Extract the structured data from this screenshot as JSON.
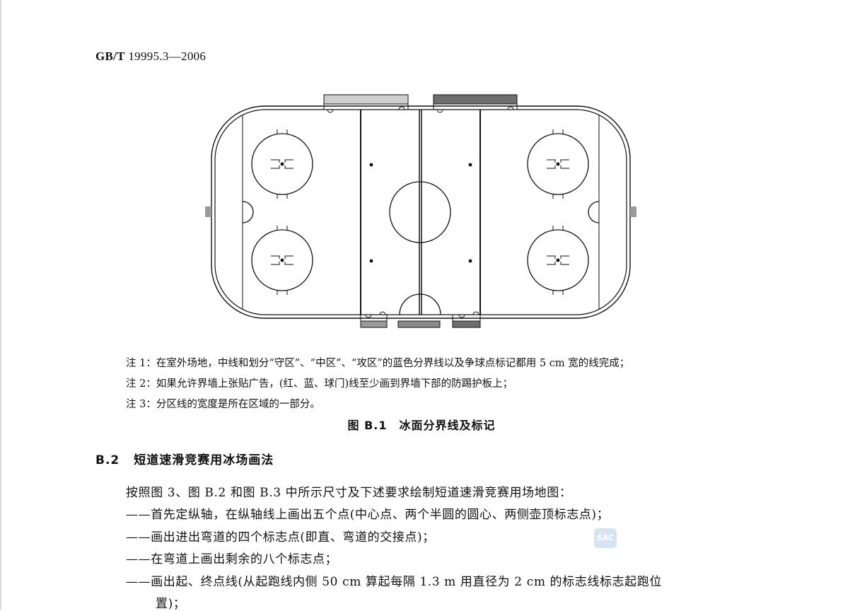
{
  "header": {
    "code_prefix": "GB/T",
    "code_rest": " 19995.3—2006"
  },
  "notes": [
    "注 1：在室外场地，中线和划分“守区”、“中区”、“攻区”的蓝色分界线以及争球点标记都用 5 cm 宽的线完成；",
    "注 2：如果允许界墙上张贴广告，(红、蓝、球门)线至少画到界墙下部的防踢护板上；",
    "注 3：分区线的宽度是所在区域的一部分。"
  ],
  "figure_caption": "图 B.1　冰面分界线及标记",
  "section": {
    "number": "B.2",
    "title": "短道速滑竞赛用冰场画法"
  },
  "paragraphs": [
    "按照图 3、图 B.2 和图 B.3 中所示尺寸及下述要求绘制短道速滑竞赛用场地图：",
    "——首先定纵轴，在纵轴线上画出五个点(中心点、两个半圆的圆心、两侧壶顶标志点)；",
    "——画出进出弯道的四个标志点(即直、弯道的交接点)；",
    "——在弯道上画出剩余的八个标志点；",
    "——画出起、终点线(从起跑线内侧 50 cm 算起每隔 1.3 m 用直径为 2 cm 的标志线标志起跑位",
    "置)；"
  ],
  "watermark": "SAC",
  "colors": {
    "bench_light": "#cfcfcf",
    "bench_dark": "#6f6f6f",
    "penalty_bench": "#9a9a9a"
  }
}
